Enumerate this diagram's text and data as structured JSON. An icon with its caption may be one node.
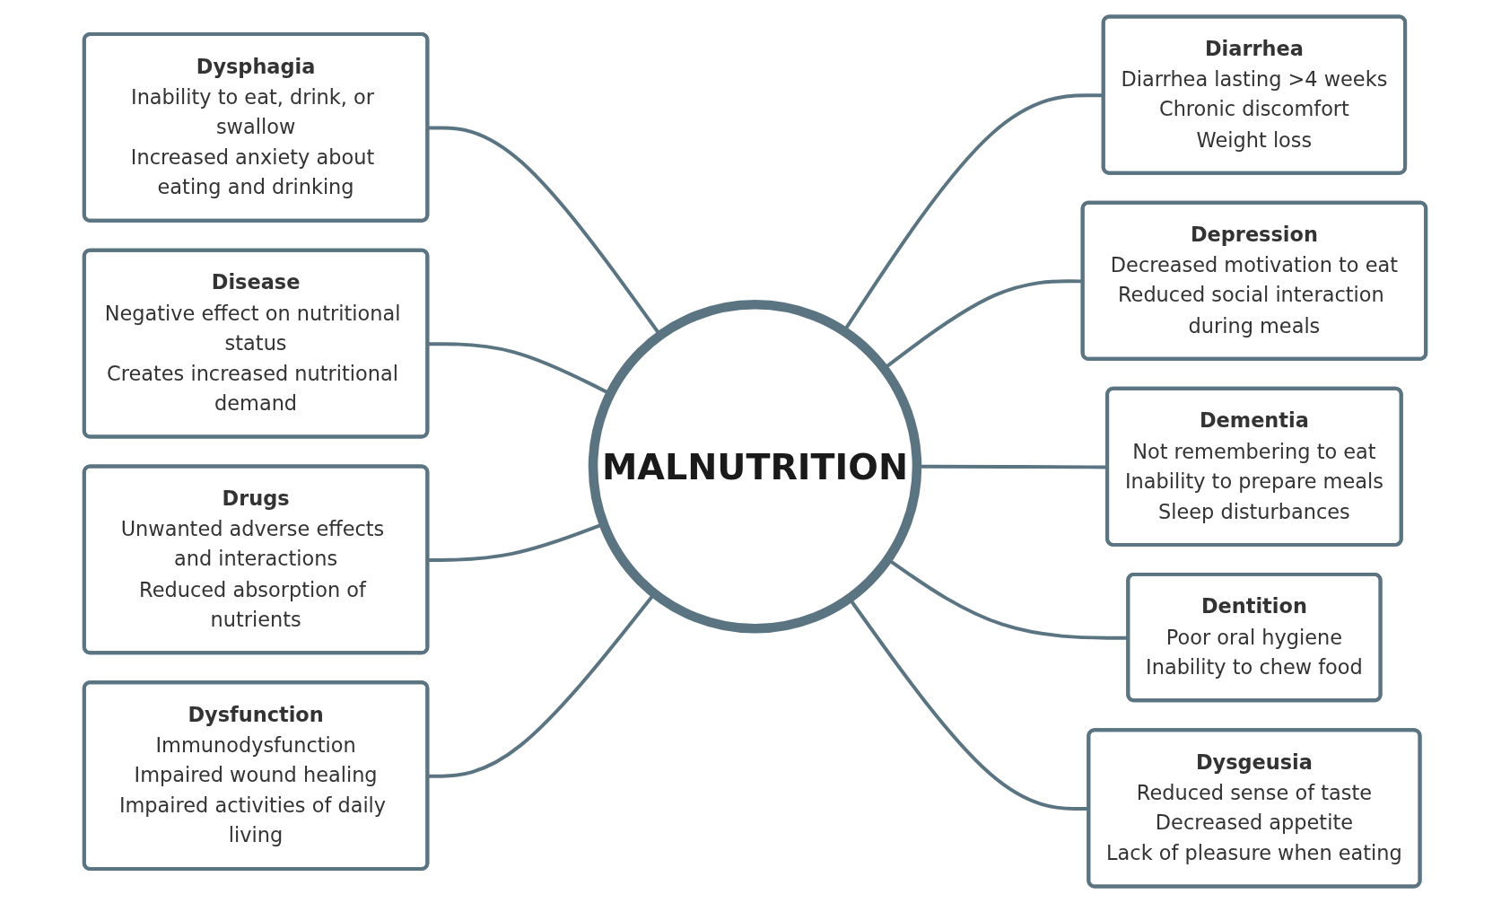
{
  "diagram": {
    "nodes": [
      {
        "text": [
          "Diarrhea",
          "Diarrhea lasting >4 weeks",
          "Chronic discomfort",
          "Weight loss"
        ]
      },
      {
        "text": [
          "Dysphagia",
          "Inability to eat, drink, or swallow",
          "Increased anxiety about eating and drinking"
        ]
      },
      {
        "text": [
          "Depression",
          "Decreased motivation to eat",
          "Reduced social interaction during meals"
        ]
      },
      {
        "text": [
          "Disease",
          "Negative effect on nutritional status",
          "Creates increased nutritional demand"
        ]
      },
      {
        "text": [
          "Dementia",
          "Not remembering to eat",
          "Inability to prepare meals",
          "Sleep disturbances"
        ]
      },
      {
        "text": [
          "MALNUTRITION"
        ]
      },
      {
        "text": [
          "Drugs",
          "Unwanted adverse effects and interactions",
          "Reduced absorption of nutrients"
        ]
      },
      {
        "text": [
          "Dentition",
          "Poor oral hygiene",
          "Inability to chew food"
        ]
      },
      {
        "text": [
          "Dysfunction",
          "Immunodysfunction",
          "Impaired wound healing",
          "Impaired activities of daily living"
        ]
      },
      {
        "text": [
          "Dysgeusia",
          "Reduced sense of taste",
          "Decreased appetite",
          "Lack of pleasure when eating"
        ]
      }
    ],
    "edges": [
      {
        "from": 1,
        "to": 5,
        "arrow": "none"
      },
      {
        "from": 3,
        "to": 5,
        "arrow": "none"
      },
      {
        "from": 6,
        "to": 5,
        "arrow": "none"
      },
      {
        "from": 8,
        "to": 5,
        "arrow": "none"
      },
      {
        "from": 5,
        "to": 0,
        "arrow": "none"
      },
      {
        "from": 5,
        "to": 2,
        "arrow": "none"
      },
      {
        "from": 5,
        "to": 4,
        "arrow": "none"
      },
      {
        "from": 5,
        "to": 7,
        "arrow": "none"
      },
      {
        "from": 5,
        "to": 9,
        "arrow": "none"
      }
    ]
  }
}
